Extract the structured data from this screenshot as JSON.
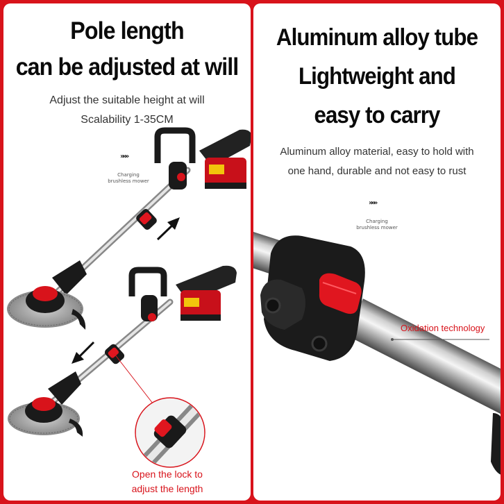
{
  "left_panel": {
    "heading_line1": "Pole length",
    "heading_line2": "can be adjusted at will",
    "sub_line1": "Adjust the suitable height at will",
    "sub_line2": "Scalability 1-35CM",
    "badge_line1": "Charging",
    "badge_line2": "brushless mower",
    "chevrons": "»»»",
    "caption_line1": "Open the lock to",
    "caption_line2": "adjust the length"
  },
  "right_panel": {
    "heading_line1": "Aluminum alloy tube",
    "heading_line2": "Lightweight and",
    "heading_line3": "easy to carry",
    "sub_line1": "Aluminum alloy material, easy to hold with",
    "sub_line2": "one hand, durable and not easy to rust",
    "badge_line1": "Charging",
    "badge_line2": "brushless mower",
    "chevrons": "»»»",
    "callout": "Oxidation technology"
  },
  "colors": {
    "brand_red": "#d8131b",
    "frame_red": "#d8131b",
    "text_dark": "#0a0a0a"
  },
  "icons": [
    "chevrons-icon",
    "arrow-up-icon",
    "arrow-down-icon",
    "magnifier-circle-icon"
  ]
}
